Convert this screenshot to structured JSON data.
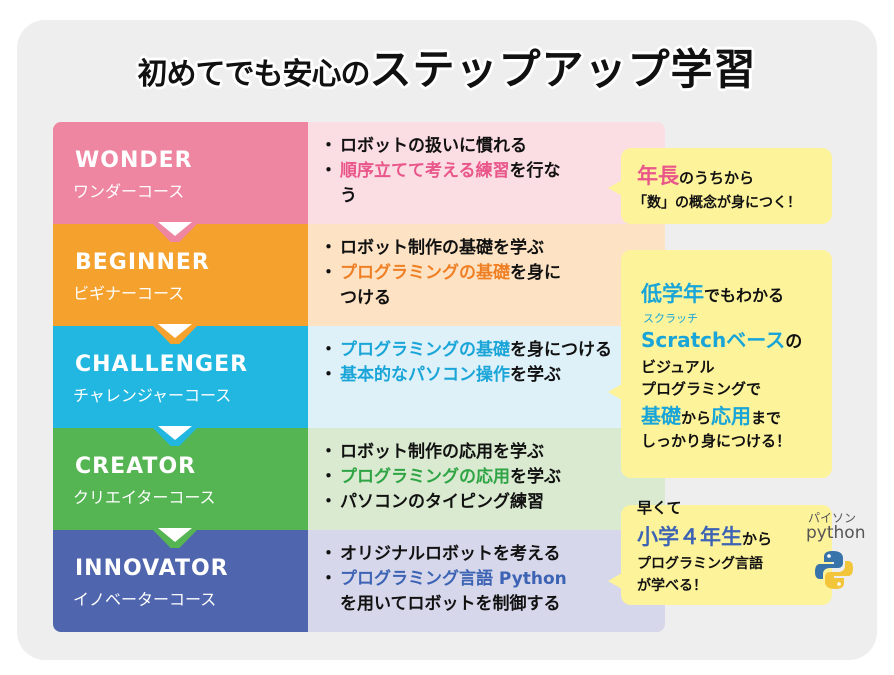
{
  "title": {
    "part1": "初めてでも安心の",
    "part2": "ステップアップ学習"
  },
  "colors": {
    "panel_bg": "#eeeeee",
    "bubble_bg": "#fdf39a",
    "wonder": "#ee85a1",
    "beginner": "#f4a12e",
    "challenger": "#21b7e0",
    "creator": "#55b552",
    "innovator": "#4f65ad"
  },
  "courses": [
    {
      "name_en": "WONDER",
      "name_jp": "ワンダーコース",
      "color": "#ee85a1",
      "bg": "#fbdde4",
      "highlight_color": "#e9578a",
      "items": [
        {
          "plain_before": "ロボットの扱いに慣れる",
          "highlight": "",
          "plain_after": ""
        },
        {
          "plain_before": "",
          "highlight": "順序立てて考える練習",
          "plain_after": "を行なう"
        }
      ]
    },
    {
      "name_en": "BEGINNER",
      "name_jp": "ビギナーコース",
      "color": "#f4a12e",
      "bg": "#fde3c3",
      "highlight_color": "#ef7f24",
      "items": [
        {
          "plain_before": "ロボット制作の基礎を学ぶ",
          "highlight": "",
          "plain_after": ""
        },
        {
          "plain_before": "",
          "highlight": "プログラミングの基礎",
          "plain_after": "を身につける"
        }
      ]
    },
    {
      "name_en": "CHALLENGER",
      "name_jp": "チャレンジャーコース",
      "color": "#21b7e0",
      "bg": "#def0f8",
      "highlight_color": "#1aa5d8",
      "items": [
        {
          "plain_before": "",
          "highlight": "プログラミングの基礎",
          "plain_after": "を身につける"
        },
        {
          "plain_before": "",
          "highlight": "基本的なパソコン操作",
          "plain_after": "を学ぶ"
        }
      ]
    },
    {
      "name_en": "CREATOR",
      "name_jp": "クリエイターコース",
      "color": "#55b552",
      "bg": "#d9ead1",
      "highlight_color": "#2fa444",
      "items": [
        {
          "plain_before": "ロボット制作の応用を学ぶ",
          "highlight": "",
          "plain_after": ""
        },
        {
          "plain_before": "",
          "highlight": "プログラミングの応用",
          "plain_after": "を学ぶ"
        },
        {
          "plain_before": "パソコンのタイピング練習",
          "highlight": "",
          "plain_after": ""
        }
      ]
    },
    {
      "name_en": "INNOVATOR",
      "name_jp": "イノベーターコース",
      "color": "#4f65ad",
      "bg": "#d6d7ea",
      "highlight_color": "#3d63b4",
      "items": [
        {
          "plain_before": "オリジナルロボットを考える",
          "highlight": "",
          "plain_after": ""
        },
        {
          "plain_before": "",
          "highlight": "プログラミング言語 Python",
          "plain_after": "を用いてロボットを制御する"
        }
      ]
    }
  ],
  "bubbles": {
    "b1": {
      "highlight": "年長",
      "line1_rest": "のうちから",
      "line2": "「数」の概念が身につく！"
    },
    "b2": {
      "highlight1": "低学年",
      "line1_rest": "でもわかる",
      "ruby": "スクラッチ",
      "highlight2": "Scratchベース",
      "line3_rest": "の",
      "line4": "ビジュアル",
      "line5": "プログラミングで",
      "highlight3": "基礎",
      "mid": "から",
      "highlight4": "応用",
      "line6_rest": "まで",
      "line7": "しっかり身につける！"
    },
    "b3": {
      "line1": "早くて",
      "highlight": "小学４年生",
      "line2_rest": "から",
      "line3": "プログラミング言語",
      "line4": "が学べる！"
    }
  },
  "python_badge": {
    "ruby": "パイソン",
    "label": "python",
    "icon": "python-logo-icon"
  }
}
